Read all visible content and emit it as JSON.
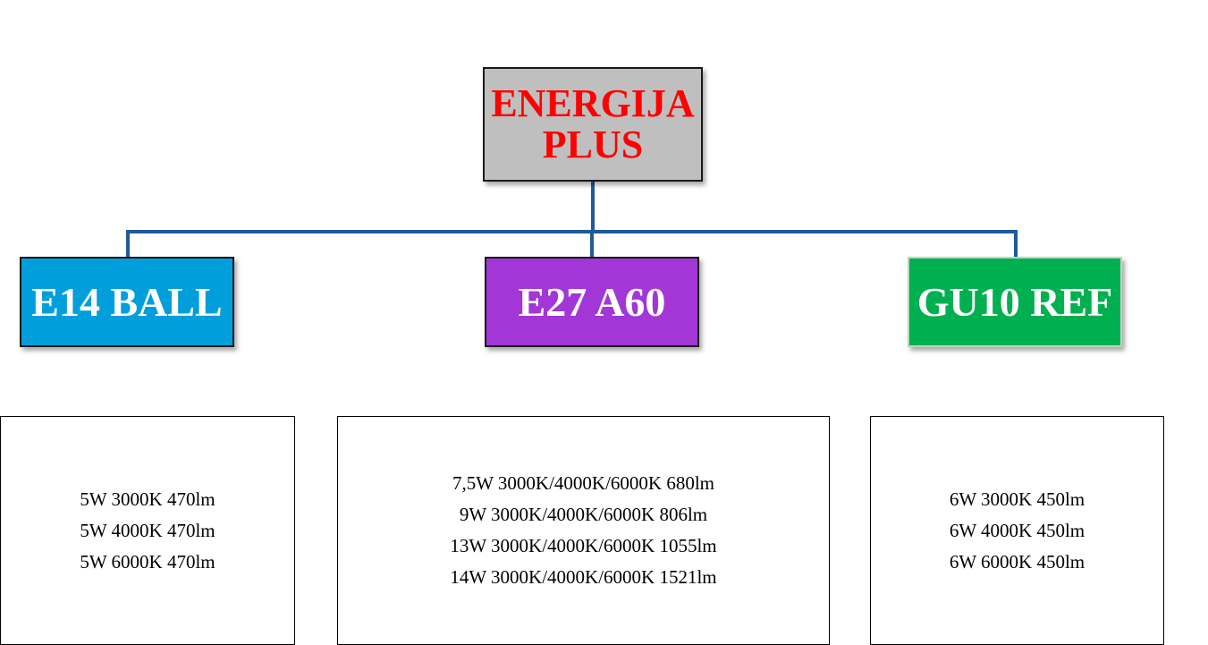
{
  "root": {
    "line1": "ENERGIJA",
    "line2": "PLUS",
    "background": "#bfbfbf",
    "text_color": "#ff0000"
  },
  "categories": [
    {
      "label": "E14 BALL",
      "color": "#009fdc",
      "specs": [
        "5W 3000K 470lm",
        "5W 4000K 470lm",
        "5W 6000K 470lm"
      ]
    },
    {
      "label": "E27 A60",
      "color": "#a236d6",
      "specs": [
        "7,5W 3000K/4000K/6000K 680lm",
        "9W 3000K/4000K/6000K 806lm",
        "13W 3000K/4000K/6000K 1055lm",
        "14W 3000K/4000K/6000K 1521lm"
      ]
    },
    {
      "label": "GU10 REF",
      "color": "#00b050",
      "specs": [
        "6W 3000K 450lm",
        "6W 4000K 450lm",
        "6W 6000K 450lm"
      ]
    }
  ],
  "connector_color": "#1f5a9c"
}
